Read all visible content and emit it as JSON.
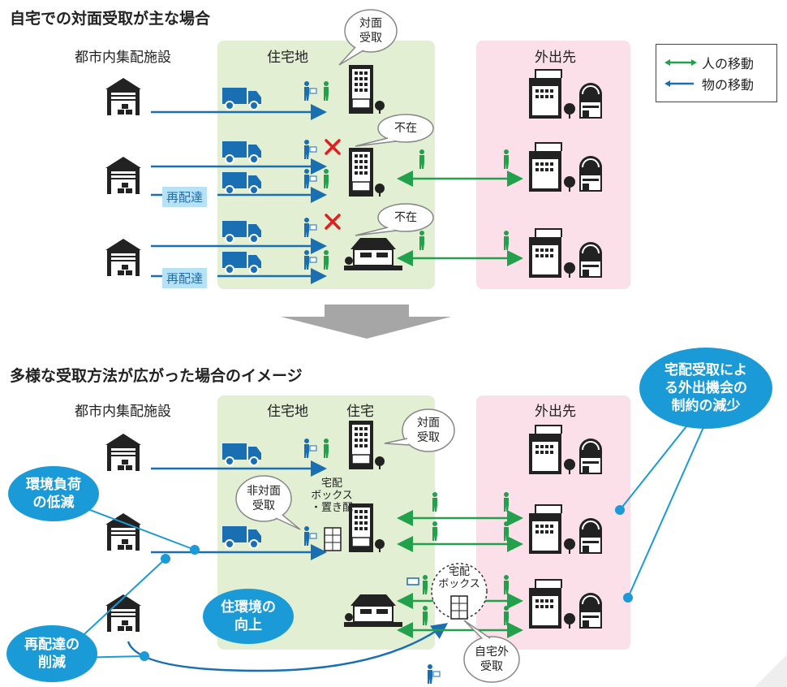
{
  "top": {
    "title": "自宅での対面受取が主な場合",
    "facility_label": "都市内集配施設",
    "residential_label": "住宅地",
    "outing_label": "外出先",
    "bubble_face": [
      "対面",
      "受取"
    ],
    "bubble_absent_1": "不在",
    "bubble_absent_2": "不在",
    "redelivery_1": "再配達",
    "redelivery_2": "再配達"
  },
  "legend": {
    "people": "人の移動",
    "goods": "物の移動",
    "people_color": "#22a04b",
    "goods_color": "#1a6fb3"
  },
  "bottom": {
    "title": "多様な受取方法が広がった場合のイメージ",
    "facility_label": "都市内集配施設",
    "residential_label": "住宅地",
    "house_label": "住宅",
    "outing_label": "外出先",
    "bubble_face": [
      "対面",
      "受取"
    ],
    "bubble_nonface": [
      "非対面",
      "受取"
    ],
    "box_label": [
      "宅配",
      "ボックス",
      "・置き配"
    ],
    "box2_label": [
      "宅配",
      "ボックス"
    ],
    "bubble_outside": [
      "自宅外",
      "受取"
    ],
    "benefit_env": [
      "環境負荷",
      "の低減"
    ],
    "benefit_living": [
      "住環境の",
      "向上"
    ],
    "benefit_redeliv": [
      "再配達の",
      "削減"
    ],
    "benefit_outing": [
      "宅配受取によ",
      "る外出機会の",
      "制約の減少"
    ]
  },
  "colors": {
    "goods_arrow": "#1a6fb3",
    "people_arrow": "#22a04b",
    "benefit_blue": "#1a9ad6",
    "cross_red": "#e02020",
    "residential_bg": "#e2efd3",
    "outing_bg": "#fbe0ea"
  },
  "icons": [
    "warehouse-icon",
    "truck-icon",
    "person-icon",
    "apartment-icon",
    "house-icon",
    "office-building-icon",
    "tree-icon",
    "parcel-box-icon",
    "cross-icon",
    "down-arrow-icon"
  ]
}
